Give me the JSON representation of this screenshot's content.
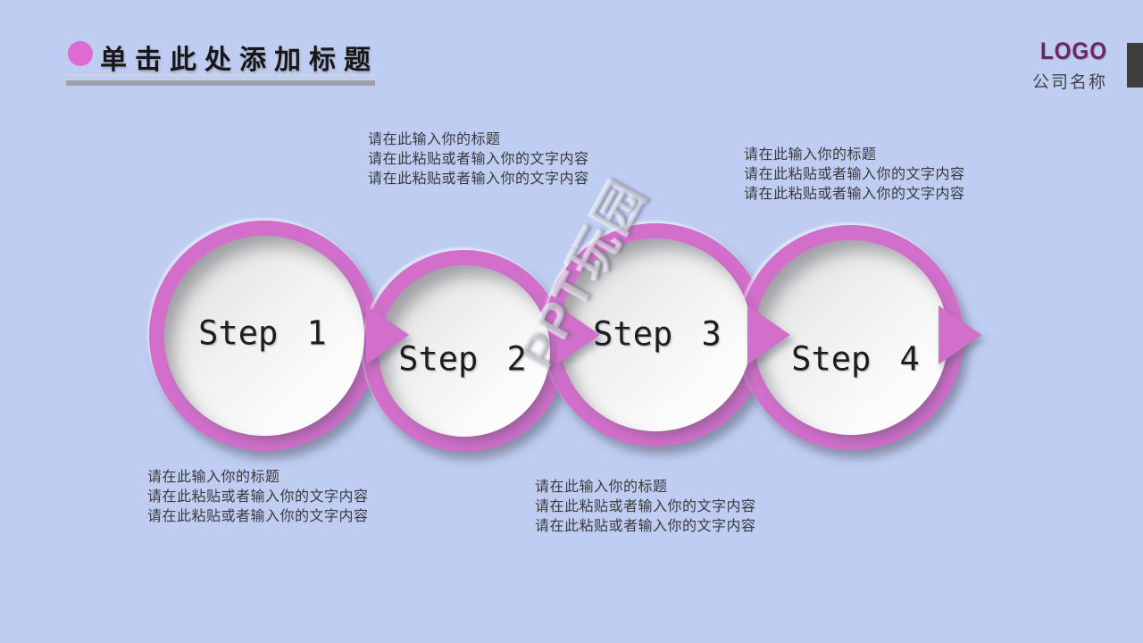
{
  "slide": {
    "title": "单击此处添加标题",
    "brand": {
      "logo": "LOGO",
      "company": "公司名称"
    },
    "watermark": "PPT玩园",
    "steps": [
      {
        "label": "Step 1"
      },
      {
        "label": "Step 2"
      },
      {
        "label": "Step 3"
      },
      {
        "label": "Step 4"
      }
    ],
    "text_blocks": [
      {
        "position": "above-step-2",
        "lines": [
          "请在此输入你的标题",
          "请在此粘贴或者输入你的文字内容",
          "请在此粘贴或者输入你的文字内容"
        ]
      },
      {
        "position": "above-step-4",
        "lines": [
          "请在此输入你的标题",
          "请在此粘贴或者输入你的文字内容",
          "请在此粘贴或者输入你的文字内容"
        ]
      },
      {
        "position": "below-step-1",
        "lines": [
          "请在此输入你的标题",
          "请在此粘贴或者输入你的文字内容",
          "请在此粘贴或者输入你的文字内容"
        ]
      },
      {
        "position": "below-step-3",
        "lines": [
          "请在此输入你的标题",
          "请在此粘贴或者输入你的文字内容",
          "请在此粘贴或者输入你的文字内容"
        ]
      }
    ],
    "colors": {
      "background": "#becdf1",
      "accent_pink": "#d16fca",
      "bullet_pink": "#de6bd2",
      "logo_purple": "#6c2762",
      "corner_bar_gray": "#3e3e40"
    }
  }
}
